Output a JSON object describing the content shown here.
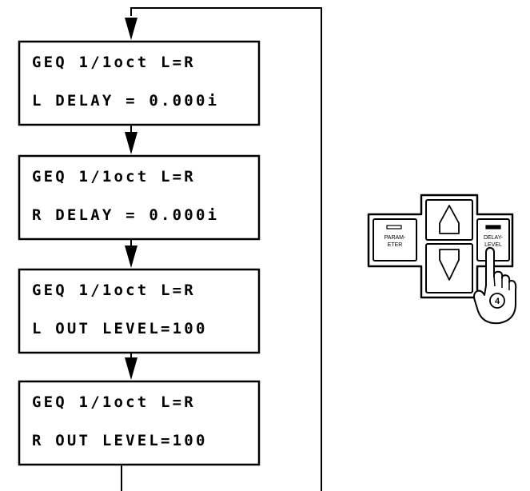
{
  "flow": {
    "screens": [
      {
        "line1": "GEQ 1/1oct L=R",
        "line2": "L DELAY = 0.000i"
      },
      {
        "line1": "GEQ 1/1oct L=R",
        "line2": "R DELAY = 0.000i"
      },
      {
        "line1": "GEQ 1/1oct L=R",
        "line2": "L OUT LEVEL=100"
      },
      {
        "line1": "GEQ 1/1oct L=R",
        "line2": "R OUT LEVEL=100"
      }
    ]
  },
  "panel": {
    "left_button": {
      "line1": "PARAM-",
      "line2": "ETER"
    },
    "right_button": {
      "line1": "DELAY-",
      "line2": "LEVEL"
    },
    "up_icon": "up-triangle-icon",
    "down_icon": "down-triangle-icon",
    "hand_icon": "pointing-hand-icon",
    "step_number": "4"
  },
  "colors": {
    "ink": "#000000",
    "paper": "#ffffff"
  }
}
